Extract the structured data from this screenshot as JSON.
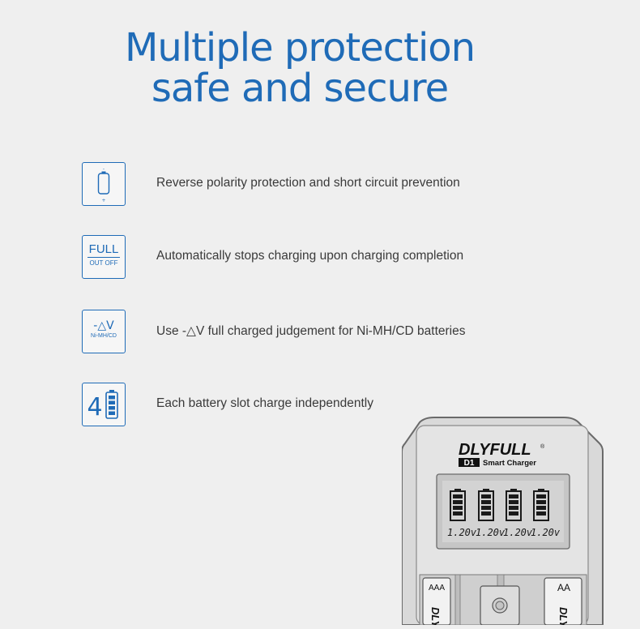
{
  "headline": {
    "line1": "Multiple protection",
    "line2": "safe and secure"
  },
  "features": [
    {
      "icon": "battery-polarity-icon",
      "text": "Reverse polarity protection and short circuit prevention"
    },
    {
      "icon": "full-out-off-icon",
      "icon_text_top": "FULL",
      "icon_text_bottom": "OUT OFF",
      "text": "Automatically stops charging upon charging completion"
    },
    {
      "icon": "delta-v-icon",
      "icon_text_top": "-△V",
      "icon_text_bottom": "Ni-MH/CD",
      "text": "Use -△V full charged judgement for Ni-MH/CD batteries"
    },
    {
      "icon": "four-slot-battery-icon",
      "icon_text_top": "4",
      "text": "Each battery slot charge independently"
    }
  ],
  "charger": {
    "brand": "DLYFULL",
    "registered": "®",
    "model": "D1",
    "subtitle": "Smart Charger",
    "readings": [
      "1.20v",
      "1.20v",
      "1.20v",
      "1.20v"
    ],
    "slot_left_label": "AAA",
    "slot_right_label": "AA",
    "slot_brand": "DLYF"
  },
  "colors": {
    "accent": "#1f6bb7",
    "body_text": "#3a3a3a",
    "background": "#efefef"
  }
}
